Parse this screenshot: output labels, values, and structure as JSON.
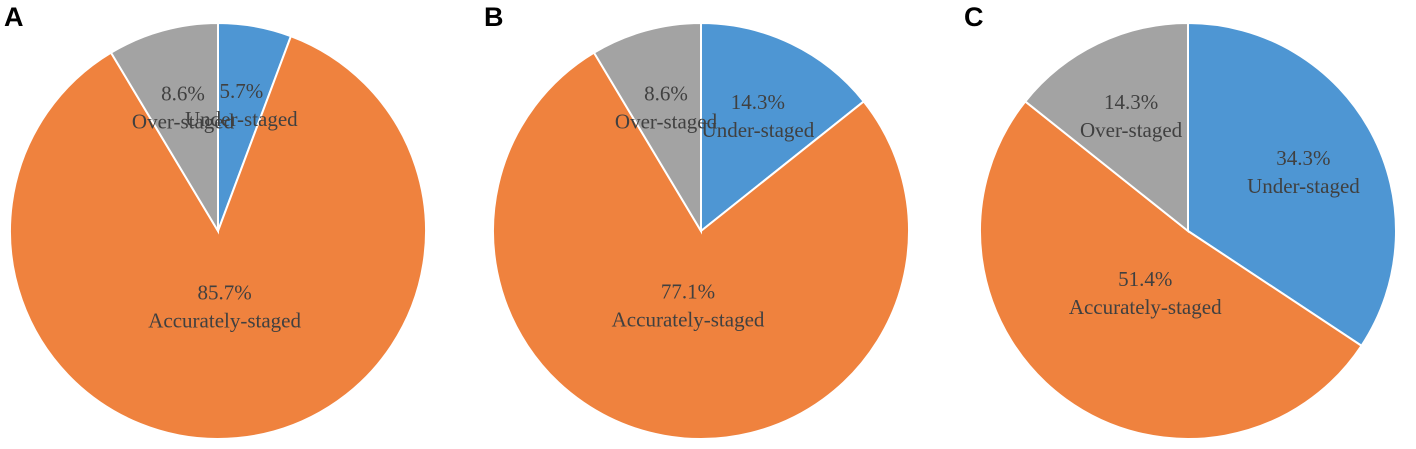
{
  "colors": {
    "under": "#4e96d3",
    "accurate": "#ef823e",
    "over": "#a3a3a3"
  },
  "chart_data": [
    {
      "type": "pie",
      "panel": "A",
      "slices": [
        {
          "key": "under",
          "label": "Under-staged",
          "value": 5.7,
          "value_label": "5.7%"
        },
        {
          "key": "accurate",
          "label": "Accurately-staged",
          "value": 85.7,
          "value_label": "85.7%"
        },
        {
          "key": "over",
          "label": "Over-staged",
          "value": 8.6,
          "value_label": "8.6%"
        }
      ]
    },
    {
      "type": "pie",
      "panel": "B",
      "slices": [
        {
          "key": "under",
          "label": "Under-staged",
          "value": 14.3,
          "value_label": "14.3%"
        },
        {
          "key": "accurate",
          "label": "Accurately-staged",
          "value": 77.1,
          "value_label": "77.1%"
        },
        {
          "key": "over",
          "label": "Over-staged",
          "value": 8.6,
          "value_label": "8.6%"
        }
      ]
    },
    {
      "type": "pie",
      "panel": "C",
      "slices": [
        {
          "key": "under",
          "label": "Under-staged",
          "value": 34.3,
          "value_label": "34.3%"
        },
        {
          "key": "accurate",
          "label": "Accurately-staged",
          "value": 51.4,
          "value_label": "51.4%"
        },
        {
          "key": "over",
          "label": "Over-staged",
          "value": 14.3,
          "value_label": "14.3%"
        }
      ]
    }
  ]
}
